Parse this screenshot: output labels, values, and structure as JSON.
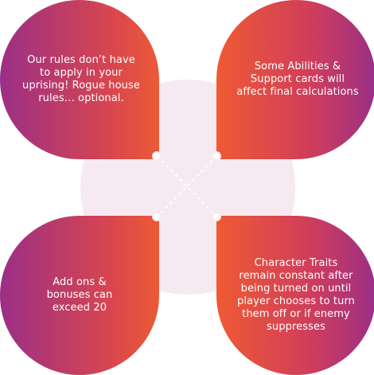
{
  "petals": {
    "top_left": [
      "Our rules don’t have",
      "to apply in your",
      "uprising! Rogue house",
      "rules… optional."
    ],
    "top_right": [
      "Some Abilities &",
      "Support cards will",
      "affect final calculations"
    ],
    "bottom_left": [
      "Add ons &",
      "bonuses can",
      "exceed 20"
    ],
    "bottom_right": [
      "Character Traits",
      "remain constant after",
      "being turned on until",
      "player chooses to turn",
      "them off or if enemy",
      "suppresses"
    ]
  },
  "colors": {
    "purple": "#9b2f86",
    "orange": "#ec5a36",
    "center": "#f6eaf0"
  }
}
